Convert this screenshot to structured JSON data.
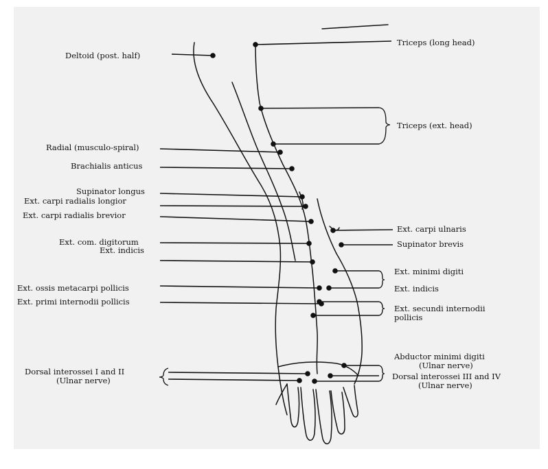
{
  "background_text": "",
  "labels": {
    "deltoid": "Deltoid (post. half)",
    "radial": "Radial (musculo-spiral)",
    "brachialis": "Brachialis anticus",
    "supinator_longus": "Supinator longus",
    "ecr_longior": "Ext. carpi radialis longior",
    "ecr_brevior": "Ext. carpi radialis brevior",
    "ext_com": "Ext. com. digitorum",
    "ext_indicis_left": "Ext. indicis",
    "ext_ossis": "Ext. ossis metacarpi pollicis",
    "ext_primi": "Ext. primi internodii pollicis",
    "dorsal_12_line1": "Dorsal interossei I and II",
    "dorsal_12_line2": "(Ulnar nerve)",
    "triceps_long": "Triceps (long head)",
    "triceps_ext": "Triceps (ext. head)",
    "ext_carpi_ulnaris": "Ext. carpi ulnaris",
    "supinator_brevis": "Supinator brevis",
    "ext_minimi": "Ext. minimi digiti",
    "ext_indicis_right": "Ext. indicis",
    "ext_secundi_line1": "Ext. secundi internodii",
    "ext_secundi_line2": "pollicis",
    "abductor_line1": "Abductor minimi digiti",
    "abductor_line2": "(Ulnar nerve)",
    "dorsal_34_line1": "Dorsal interossei III and IV",
    "dorsal_34_line2": "(Ulnar nerve)"
  }
}
